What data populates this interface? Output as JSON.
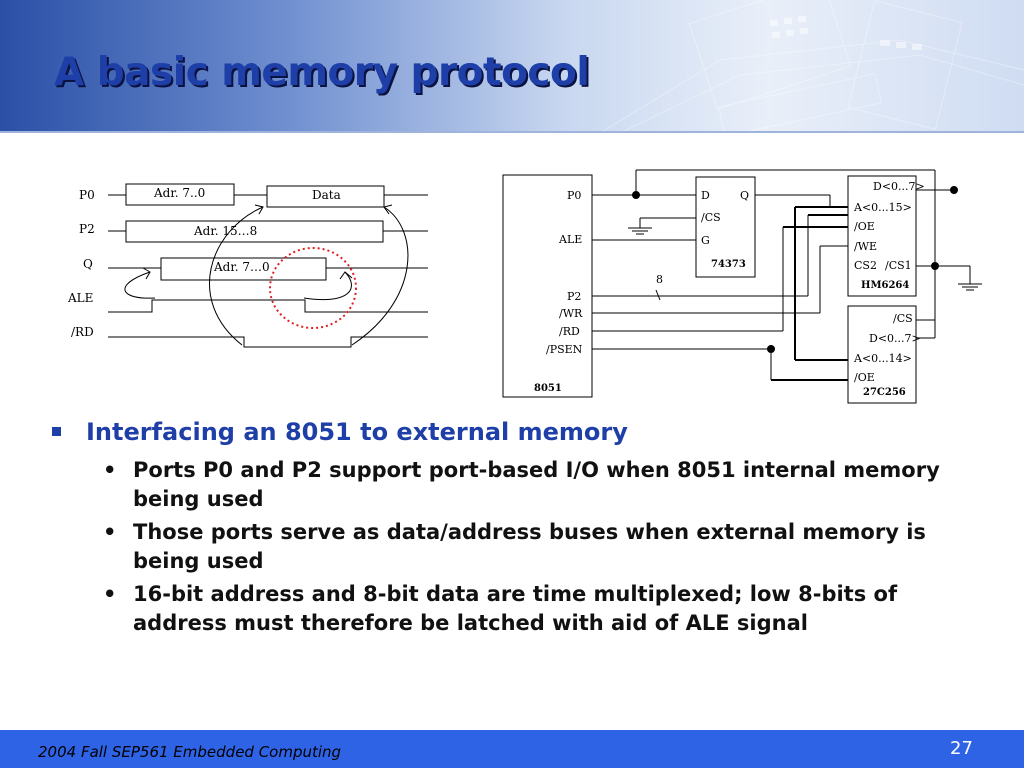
{
  "slide": {
    "title": "A basic memory protocol",
    "slide_number": "27",
    "footer": "2004  Fall SEP561 Embedded Computing"
  },
  "timing": {
    "signals": [
      "P0",
      "P2",
      "Q",
      "ALE",
      "/RD"
    ],
    "boxes": [
      "Adr. 7..0",
      "Data",
      "Adr. 15…8",
      "Adr. 7…0"
    ]
  },
  "circuit": {
    "mcu": {
      "name": "8051",
      "pins": [
        "P0",
        "ALE",
        "P2",
        "/WR",
        "/RD",
        "/PSEN"
      ]
    },
    "latch": {
      "name": "74373",
      "pins": [
        "D",
        "Q",
        "/CS",
        "G"
      ]
    },
    "ram": {
      "name": "HM6264",
      "pins": [
        "D<0...7>",
        "A<0...15>",
        "/OE",
        "/WE",
        "CS2",
        "/CS1"
      ]
    },
    "rom": {
      "name": "27C256",
      "pins": [
        "/CS",
        "D<0...7>",
        "A<0...14>",
        "/OE"
      ]
    },
    "bus_width": "8"
  },
  "content": {
    "bullet": "Interfacing an 8051 to external memory",
    "sub_bullets": [
      "Ports P0 and P2 support port-based I/O when 8051 internal memory being used",
      "Those ports serve as data/address buses when external memory is being used",
      "16-bit address and 8-bit data are time multiplexed; low 8-bits of address must therefore be latched with aid of ALE signal"
    ]
  },
  "colors": {
    "title": "#1f3fa8",
    "footer_bar": "#2f63e6",
    "highlight_circle": "#e02020"
  }
}
